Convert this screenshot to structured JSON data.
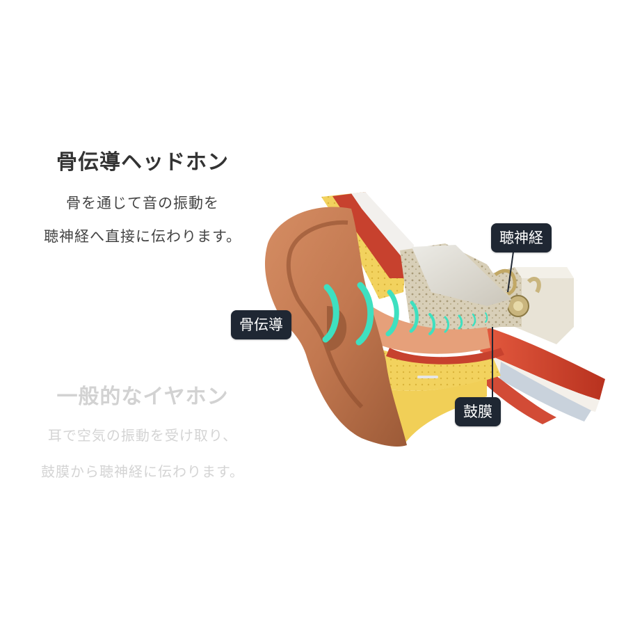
{
  "bone_conduction": {
    "title": "骨伝導ヘッドホン",
    "lines": [
      "骨を通じて音の振動を",
      "聴神経へ直接に伝わります。"
    ]
  },
  "normal_earphone": {
    "title": "一般的なイヤホン",
    "lines": [
      "耳で空気の振動を受け取り、",
      "鼓膜から聴神経に伝わります。"
    ]
  },
  "labels": {
    "auditory_nerve": "聴神経",
    "bone_conduction": "骨伝導",
    "eardrum": "鼓膜"
  },
  "colors": {
    "wave": "#3ee0c0",
    "label_bg": "#1f2733",
    "skin": "#c98058",
    "bone": "#e2dfd7",
    "muscle": "#d9452d",
    "fat": "#f1cf57"
  }
}
